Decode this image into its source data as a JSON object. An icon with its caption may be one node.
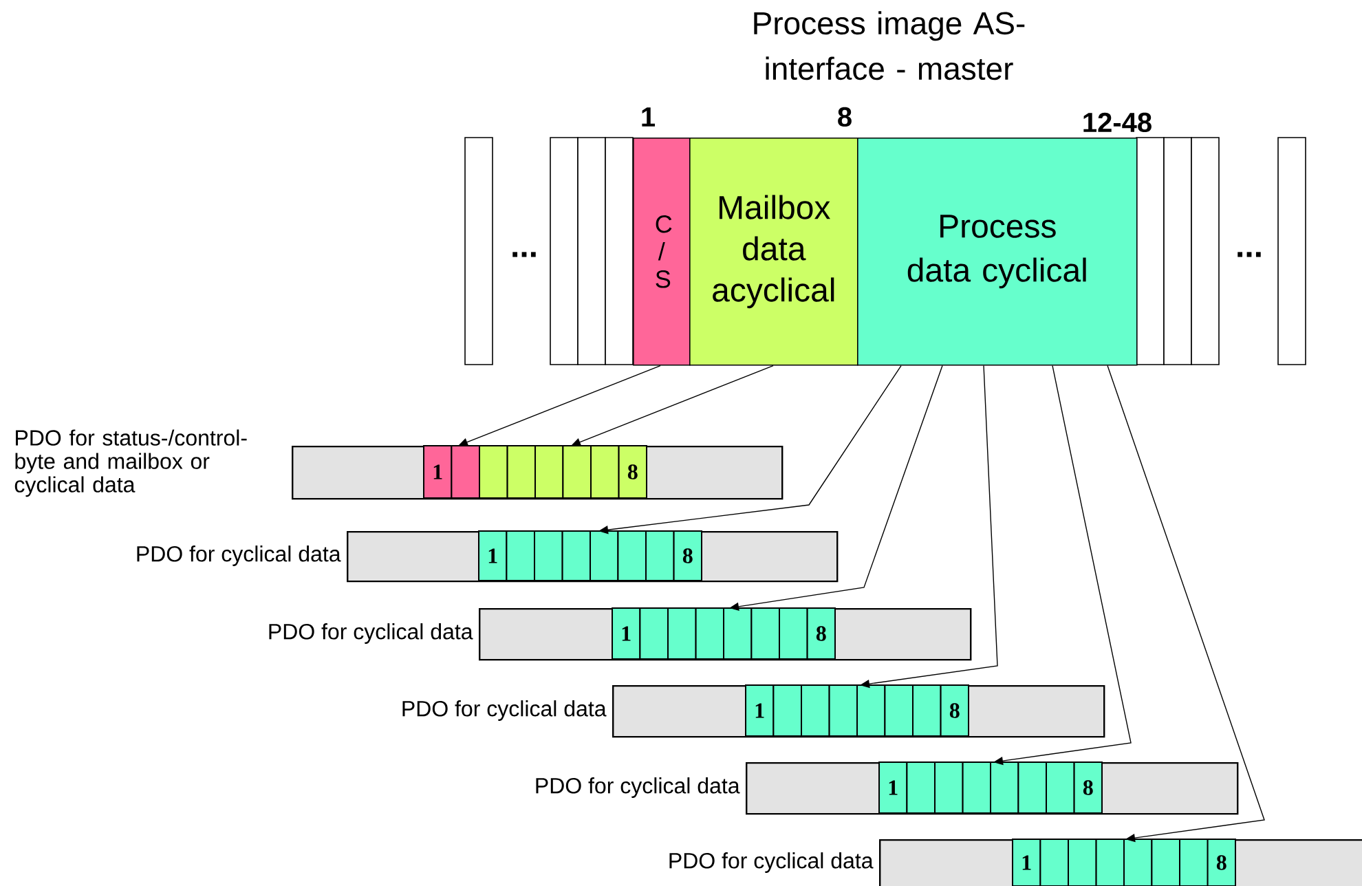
{
  "diagram": {
    "title": "Process image AS-interface - master",
    "nodes": [
      {
        "text": [
          "C / S"
        ]
      },
      {
        "text": [
          "Mailbox data acyclical"
        ]
      },
      {
        "text": [
          "Process data cyclical"
        ]
      },
      {
        "text": [
          "1",
          "8"
        ],
        "beside": [
          "PDO for status-/control-byte and mailbox or cyclical data"
        ]
      },
      {
        "text": [
          "1",
          "8"
        ],
        "beside": [
          "PDO for cyclical data"
        ]
      },
      {
        "text": [
          "1",
          "8"
        ],
        "beside": [
          "PDO for cyclical data"
        ]
      },
      {
        "text": [
          "1",
          "8"
        ],
        "beside": [
          "PDO for cyclical data"
        ]
      },
      {
        "text": [
          "1",
          "8"
        ],
        "beside": [
          "PDO for cyclical data"
        ]
      },
      {
        "text": [
          "1",
          "8"
        ],
        "beside": [
          "PDO for cyclical data"
        ]
      }
    ],
    "edges": [
      {
        "from": 0,
        "to": 3,
        "arrow": "to"
      },
      {
        "from": 1,
        "to": 3,
        "arrow": "to"
      },
      {
        "from": 2,
        "to": 4,
        "arrow": "to"
      },
      {
        "from": 2,
        "to": 5,
        "arrow": "to"
      },
      {
        "from": 2,
        "to": 6,
        "arrow": "to"
      },
      {
        "from": 2,
        "to": 7,
        "arrow": "to"
      },
      {
        "from": 2,
        "to": 8,
        "arrow": "to"
      }
    ],
    "labels": [
      "1",
      "8",
      "12-48",
      "...",
      "..."
    ]
  }
}
